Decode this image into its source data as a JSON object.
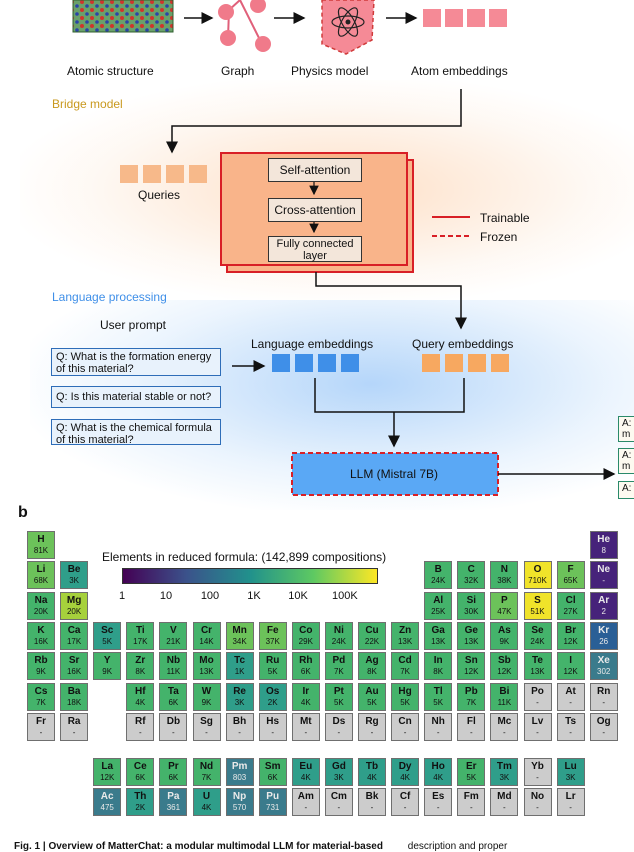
{
  "top_labels": {
    "atomic": "Atomic structure",
    "graph": "Graph",
    "physics": "Physics model",
    "atom_emb": "Atom embeddings"
  },
  "sections": {
    "bridge": "Bridge model",
    "language": "Language processing",
    "panel_b": "b"
  },
  "bridge": {
    "queries": "Queries",
    "self_attention": "Self-attention",
    "cross_attention": "Cross-attention",
    "fc_line1": "Fully connected",
    "fc_line2": "layer"
  },
  "legend": {
    "trainable": "Trainable",
    "frozen": "Frozen"
  },
  "language": {
    "user_prompt": "User prompt",
    "lang_emb": "Language embeddings",
    "query_emb": "Query embeddings",
    "llm": "LLM (Mistral 7B)",
    "questions": [
      "Q: What is the formation energy of this material?",
      "Q: Is this material stable or not?",
      "Q: What is the chemical formula of this material?"
    ],
    "answers": [
      "A:\nm",
      "A:\nm",
      "A:"
    ]
  },
  "periodic": {
    "title": "Elements in reduced formula: (142,899 compositions)",
    "colorbar_ticks": [
      "1",
      "10",
      "100",
      "1K",
      "10K",
      "100K"
    ],
    "colors": {
      "c0": "#cccccc",
      "c1": "#3b4f8a",
      "c2": "#3a7b8c",
      "c3": "#2f9e8a",
      "c4": "#44b36b",
      "c5": "#6cc25a",
      "c6": "#a6d13c",
      "c7": "#f0e32a",
      "c8": "#46237a",
      "c9": "#2a5f96"
    },
    "elements": [
      {
        "s": "H",
        "v": "81K",
        "r": 0,
        "c": 0,
        "col": "c5"
      },
      {
        "s": "He",
        "v": "8",
        "r": 0,
        "c": 17,
        "col": "c8"
      },
      {
        "s": "Li",
        "v": "68K",
        "r": 1,
        "c": 0,
        "col": "c5"
      },
      {
        "s": "Be",
        "v": "3K",
        "r": 1,
        "c": 1,
        "col": "c3"
      },
      {
        "s": "B",
        "v": "24K",
        "r": 1,
        "c": 12,
        "col": "c4"
      },
      {
        "s": "C",
        "v": "32K",
        "r": 1,
        "c": 13,
        "col": "c4"
      },
      {
        "s": "N",
        "v": "38K",
        "r": 1,
        "c": 14,
        "col": "c4"
      },
      {
        "s": "O",
        "v": "710K",
        "r": 1,
        "c": 15,
        "col": "c7"
      },
      {
        "s": "F",
        "v": "65K",
        "r": 1,
        "c": 16,
        "col": "c5"
      },
      {
        "s": "Ne",
        "v": "-",
        "r": 1,
        "c": 17,
        "col": "c8"
      },
      {
        "s": "Na",
        "v": "20K",
        "r": 2,
        "c": 0,
        "col": "c4"
      },
      {
        "s": "Mg",
        "v": "20K",
        "r": 2,
        "c": 1,
        "col": "c6"
      },
      {
        "s": "Al",
        "v": "25K",
        "r": 2,
        "c": 12,
        "col": "c4"
      },
      {
        "s": "Si",
        "v": "30K",
        "r": 2,
        "c": 13,
        "col": "c4"
      },
      {
        "s": "P",
        "v": "47K",
        "r": 2,
        "c": 14,
        "col": "c5"
      },
      {
        "s": "S",
        "v": "51K",
        "r": 2,
        "c": 15,
        "col": "c7"
      },
      {
        "s": "Cl",
        "v": "27K",
        "r": 2,
        "c": 16,
        "col": "c4"
      },
      {
        "s": "Ar",
        "v": "2",
        "r": 2,
        "c": 17,
        "col": "c8"
      },
      {
        "s": "K",
        "v": "16K",
        "r": 3,
        "c": 0,
        "col": "c4"
      },
      {
        "s": "Ca",
        "v": "17K",
        "r": 3,
        "c": 1,
        "col": "c4"
      },
      {
        "s": "Sc",
        "v": "5K",
        "r": 3,
        "c": 2,
        "col": "c3"
      },
      {
        "s": "Ti",
        "v": "17K",
        "r": 3,
        "c": 3,
        "col": "c4"
      },
      {
        "s": "V",
        "v": "21K",
        "r": 3,
        "c": 4,
        "col": "c4"
      },
      {
        "s": "Cr",
        "v": "14K",
        "r": 3,
        "c": 5,
        "col": "c4"
      },
      {
        "s": "Mn",
        "v": "34K",
        "r": 3,
        "c": 6,
        "col": "c5"
      },
      {
        "s": "Fe",
        "v": "37K",
        "r": 3,
        "c": 7,
        "col": "c5"
      },
      {
        "s": "Co",
        "v": "29K",
        "r": 3,
        "c": 8,
        "col": "c4"
      },
      {
        "s": "Ni",
        "v": "24K",
        "r": 3,
        "c": 9,
        "col": "c4"
      },
      {
        "s": "Cu",
        "v": "22K",
        "r": 3,
        "c": 10,
        "col": "c4"
      },
      {
        "s": "Zn",
        "v": "13K",
        "r": 3,
        "c": 11,
        "col": "c4"
      },
      {
        "s": "Ga",
        "v": "13K",
        "r": 3,
        "c": 12,
        "col": "c4"
      },
      {
        "s": "Ge",
        "v": "13K",
        "r": 3,
        "c": 13,
        "col": "c4"
      },
      {
        "s": "As",
        "v": "9K",
        "r": 3,
        "c": 14,
        "col": "c4"
      },
      {
        "s": "Se",
        "v": "24K",
        "r": 3,
        "c": 15,
        "col": "c4"
      },
      {
        "s": "Br",
        "v": "12K",
        "r": 3,
        "c": 16,
        "col": "c4"
      },
      {
        "s": "Kr",
        "v": "26",
        "r": 3,
        "c": 17,
        "col": "c9"
      },
      {
        "s": "Rb",
        "v": "9K",
        "r": 4,
        "c": 0,
        "col": "c4"
      },
      {
        "s": "Sr",
        "v": "16K",
        "r": 4,
        "c": 1,
        "col": "c4"
      },
      {
        "s": "Y",
        "v": "9K",
        "r": 4,
        "c": 2,
        "col": "c4"
      },
      {
        "s": "Zr",
        "v": "8K",
        "r": 4,
        "c": 3,
        "col": "c4"
      },
      {
        "s": "Nb",
        "v": "11K",
        "r": 4,
        "c": 4,
        "col": "c4"
      },
      {
        "s": "Mo",
        "v": "13K",
        "r": 4,
        "c": 5,
        "col": "c4"
      },
      {
        "s": "Tc",
        "v": "1K",
        "r": 4,
        "c": 6,
        "col": "c3"
      },
      {
        "s": "Ru",
        "v": "5K",
        "r": 4,
        "c": 7,
        "col": "c4"
      },
      {
        "s": "Rh",
        "v": "6K",
        "r": 4,
        "c": 8,
        "col": "c4"
      },
      {
        "s": "Pd",
        "v": "7K",
        "r": 4,
        "c": 9,
        "col": "c4"
      },
      {
        "s": "Ag",
        "v": "8K",
        "r": 4,
        "c": 10,
        "col": "c4"
      },
      {
        "s": "Cd",
        "v": "7K",
        "r": 4,
        "c": 11,
        "col": "c4"
      },
      {
        "s": "In",
        "v": "8K",
        "r": 4,
        "c": 12,
        "col": "c4"
      },
      {
        "s": "Sn",
        "v": "12K",
        "r": 4,
        "c": 13,
        "col": "c4"
      },
      {
        "s": "Sb",
        "v": "12K",
        "r": 4,
        "c": 14,
        "col": "c4"
      },
      {
        "s": "Te",
        "v": "13K",
        "r": 4,
        "c": 15,
        "col": "c4"
      },
      {
        "s": "I",
        "v": "12K",
        "r": 4,
        "c": 16,
        "col": "c4"
      },
      {
        "s": "Xe",
        "v": "302",
        "r": 4,
        "c": 17,
        "col": "c2"
      },
      {
        "s": "Cs",
        "v": "7K",
        "r": 5,
        "c": 0,
        "col": "c4"
      },
      {
        "s": "Ba",
        "v": "18K",
        "r": 5,
        "c": 1,
        "col": "c4"
      },
      {
        "s": "Hf",
        "v": "4K",
        "r": 5,
        "c": 3,
        "col": "c4"
      },
      {
        "s": "Ta",
        "v": "6K",
        "r": 5,
        "c": 4,
        "col": "c4"
      },
      {
        "s": "W",
        "v": "9K",
        "r": 5,
        "c": 5,
        "col": "c4"
      },
      {
        "s": "Re",
        "v": "3K",
        "r": 5,
        "c": 6,
        "col": "c3"
      },
      {
        "s": "Os",
        "v": "2K",
        "r": 5,
        "c": 7,
        "col": "c3"
      },
      {
        "s": "Ir",
        "v": "4K",
        "r": 5,
        "c": 8,
        "col": "c4"
      },
      {
        "s": "Pt",
        "v": "5K",
        "r": 5,
        "c": 9,
        "col": "c4"
      },
      {
        "s": "Au",
        "v": "5K",
        "r": 5,
        "c": 10,
        "col": "c4"
      },
      {
        "s": "Hg",
        "v": "5K",
        "r": 5,
        "c": 11,
        "col": "c4"
      },
      {
        "s": "Tl",
        "v": "5K",
        "r": 5,
        "c": 12,
        "col": "c4"
      },
      {
        "s": "Pb",
        "v": "7K",
        "r": 5,
        "c": 13,
        "col": "c4"
      },
      {
        "s": "Bi",
        "v": "11K",
        "r": 5,
        "c": 14,
        "col": "c4"
      },
      {
        "s": "Po",
        "v": "-",
        "r": 5,
        "c": 15,
        "col": "c0"
      },
      {
        "s": "At",
        "v": "-",
        "r": 5,
        "c": 16,
        "col": "c0"
      },
      {
        "s": "Rn",
        "v": "-",
        "r": 5,
        "c": 17,
        "col": "c0"
      },
      {
        "s": "Fr",
        "v": "-",
        "r": 6,
        "c": 0,
        "col": "c0"
      },
      {
        "s": "Ra",
        "v": "-",
        "r": 6,
        "c": 1,
        "col": "c0"
      },
      {
        "s": "Rf",
        "v": "-",
        "r": 6,
        "c": 3,
        "col": "c0"
      },
      {
        "s": "Db",
        "v": "-",
        "r": 6,
        "c": 4,
        "col": "c0"
      },
      {
        "s": "Sg",
        "v": "-",
        "r": 6,
        "c": 5,
        "col": "c0"
      },
      {
        "s": "Bh",
        "v": "-",
        "r": 6,
        "c": 6,
        "col": "c0"
      },
      {
        "s": "Hs",
        "v": "-",
        "r": 6,
        "c": 7,
        "col": "c0"
      },
      {
        "s": "Mt",
        "v": "-",
        "r": 6,
        "c": 8,
        "col": "c0"
      },
      {
        "s": "Ds",
        "v": "-",
        "r": 6,
        "c": 9,
        "col": "c0"
      },
      {
        "s": "Rg",
        "v": "-",
        "r": 6,
        "c": 10,
        "col": "c0"
      },
      {
        "s": "Cn",
        "v": "-",
        "r": 6,
        "c": 11,
        "col": "c0"
      },
      {
        "s": "Nh",
        "v": "-",
        "r": 6,
        "c": 12,
        "col": "c0"
      },
      {
        "s": "Fl",
        "v": "-",
        "r": 6,
        "c": 13,
        "col": "c0"
      },
      {
        "s": "Mc",
        "v": "-",
        "r": 6,
        "c": 14,
        "col": "c0"
      },
      {
        "s": "Lv",
        "v": "-",
        "r": 6,
        "c": 15,
        "col": "c0"
      },
      {
        "s": "Ts",
        "v": "-",
        "r": 6,
        "c": 16,
        "col": "c0"
      },
      {
        "s": "Og",
        "v": "-",
        "r": 6,
        "c": 17,
        "col": "c0"
      },
      {
        "s": "La",
        "v": "12K",
        "r": 7,
        "c": 2,
        "col": "c4"
      },
      {
        "s": "Ce",
        "v": "6K",
        "r": 7,
        "c": 3,
        "col": "c4"
      },
      {
        "s": "Pr",
        "v": "6K",
        "r": 7,
        "c": 4,
        "col": "c4"
      },
      {
        "s": "Nd",
        "v": "7K",
        "r": 7,
        "c": 5,
        "col": "c4"
      },
      {
        "s": "Pm",
        "v": "803",
        "r": 7,
        "c": 6,
        "col": "c2"
      },
      {
        "s": "Sm",
        "v": "6K",
        "r": 7,
        "c": 7,
        "col": "c4"
      },
      {
        "s": "Eu",
        "v": "4K",
        "r": 7,
        "c": 8,
        "col": "c3"
      },
      {
        "s": "Gd",
        "v": "3K",
        "r": 7,
        "c": 9,
        "col": "c3"
      },
      {
        "s": "Tb",
        "v": "4K",
        "r": 7,
        "c": 10,
        "col": "c3"
      },
      {
        "s": "Dy",
        "v": "4K",
        "r": 7,
        "c": 11,
        "col": "c3"
      },
      {
        "s": "Ho",
        "v": "4K",
        "r": 7,
        "c": 12,
        "col": "c3"
      },
      {
        "s": "Er",
        "v": "5K",
        "r": 7,
        "c": 13,
        "col": "c4"
      },
      {
        "s": "Tm",
        "v": "3K",
        "r": 7,
        "c": 14,
        "col": "c3"
      },
      {
        "s": "Yb",
        "v": "-",
        "r": 7,
        "c": 15,
        "col": "c0"
      },
      {
        "s": "Lu",
        "v": "3K",
        "r": 7,
        "c": 16,
        "col": "c3"
      },
      {
        "s": "Ac",
        "v": "475",
        "r": 8,
        "c": 2,
        "col": "c2"
      },
      {
        "s": "Th",
        "v": "2K",
        "r": 8,
        "c": 3,
        "col": "c3"
      },
      {
        "s": "Pa",
        "v": "361",
        "r": 8,
        "c": 4,
        "col": "c2"
      },
      {
        "s": "U",
        "v": "4K",
        "r": 8,
        "c": 5,
        "col": "c3"
      },
      {
        "s": "Np",
        "v": "570",
        "r": 8,
        "c": 6,
        "col": "c2"
      },
      {
        "s": "Pu",
        "v": "731",
        "r": 8,
        "c": 7,
        "col": "c2"
      },
      {
        "s": "Am",
        "v": "-",
        "r": 8,
        "c": 8,
        "col": "c0"
      },
      {
        "s": "Cm",
        "v": "-",
        "r": 8,
        "c": 9,
        "col": "c0"
      },
      {
        "s": "Bk",
        "v": "-",
        "r": 8,
        "c": 10,
        "col": "c0"
      },
      {
        "s": "Cf",
        "v": "-",
        "r": 8,
        "c": 11,
        "col": "c0"
      },
      {
        "s": "Es",
        "v": "-",
        "r": 8,
        "c": 12,
        "col": "c0"
      },
      {
        "s": "Fm",
        "v": "-",
        "r": 8,
        "c": 13,
        "col": "c0"
      },
      {
        "s": "Md",
        "v": "-",
        "r": 8,
        "c": 14,
        "col": "c0"
      },
      {
        "s": "No",
        "v": "-",
        "r": 8,
        "c": 15,
        "col": "c0"
      },
      {
        "s": "Lr",
        "v": "-",
        "r": 8,
        "c": 16,
        "col": "c0"
      }
    ]
  },
  "caption": {
    "left": "Fig. 1 | Overview of MatterChat: a modular multimodal LLM for material-based",
    "right": "description and proper"
  }
}
